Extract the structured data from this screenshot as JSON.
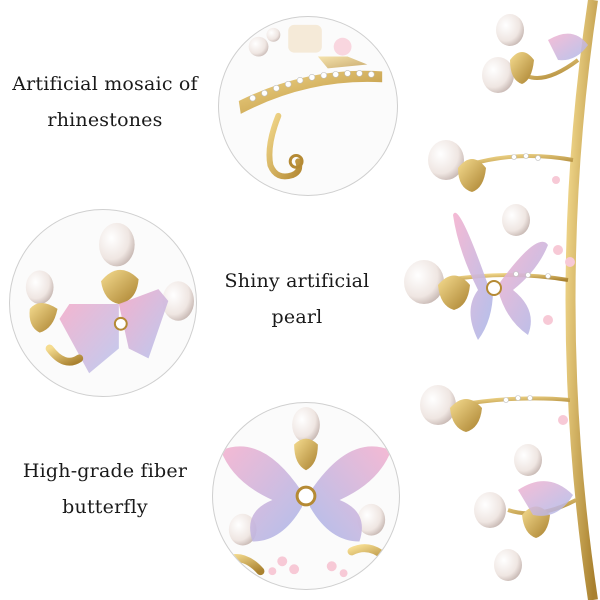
{
  "features": [
    {
      "line1": "Artificial mosaic of",
      "line2": "rhinestones"
    },
    {
      "line1": "Shiny artificial",
      "line2": "pearl"
    },
    {
      "line1": "High-grade fiber",
      "line2": "butterfly"
    }
  ],
  "colors": {
    "gold": "#d9b25a",
    "gold_dark": "#a9812f",
    "pearl": "#f3ede8",
    "butterfly_pink": "#f2a9c8",
    "butterfly_blue": "#a9b9ea",
    "circle_border": "#cfcfcf"
  }
}
